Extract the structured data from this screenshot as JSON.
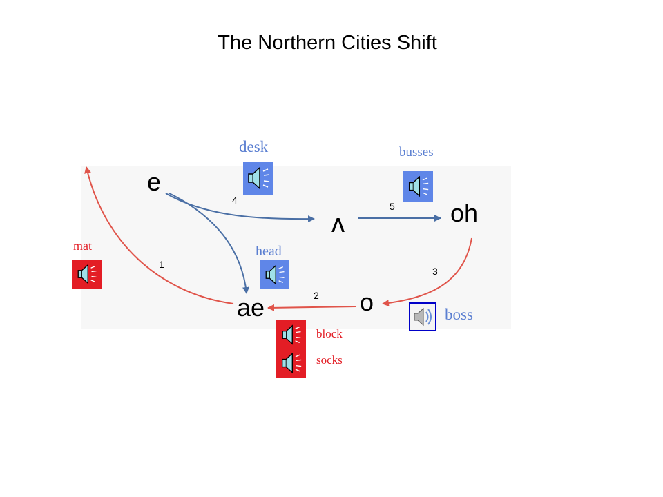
{
  "title": "The Northern Cities Shift",
  "vowels": {
    "e": "e",
    "wedge": "ʌ",
    "oh": "oh",
    "ae": "ae",
    "o": "o"
  },
  "arrow_numbers": [
    "1",
    "2",
    "3",
    "4",
    "5"
  ],
  "words": {
    "desk": "desk",
    "busses": "busses",
    "mat": "mat",
    "head": "head",
    "boss": "boss",
    "block": "block",
    "socks": "socks"
  },
  "colors": {
    "blue_arrow": "#4a6fa5",
    "red_arrow": "#e0544a",
    "blue_word": "#5b7fd1",
    "red_word": "#e31d25",
    "speaker_blue": "#5f86e8",
    "speaker_red": "#e31d25",
    "speaker_dark": "#0000c8"
  },
  "icons": [
    "speaker-icon"
  ]
}
